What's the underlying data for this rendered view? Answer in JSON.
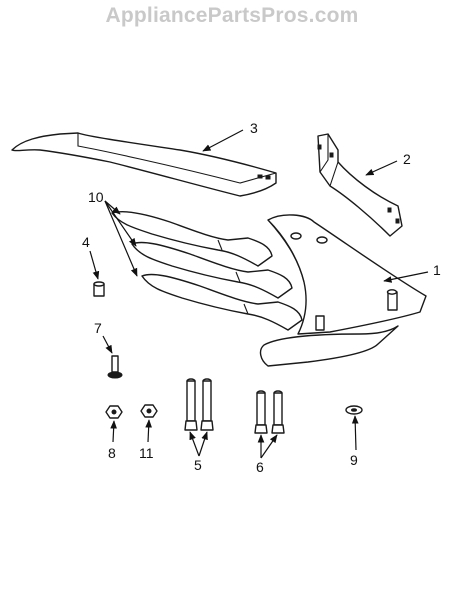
{
  "watermark": "AppliancePartsPros.com",
  "callouts": {
    "c1": "1",
    "c2": "2",
    "c3": "3",
    "c4": "4",
    "c5": "5",
    "c6": "6",
    "c7": "7",
    "c8": "8",
    "c9": "9",
    "c10": "10",
    "c11": "11"
  }
}
